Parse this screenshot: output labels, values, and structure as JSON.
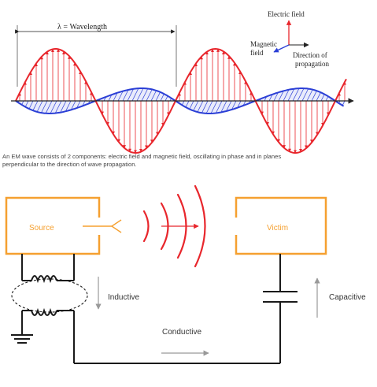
{
  "em_wave": {
    "wavelength_label": "λ = Wavelength",
    "legend": {
      "electric": "Electric field",
      "magnetic_line1": "Magnetic",
      "magnetic_line2": "field",
      "direction_line1": "Direction of",
      "direction_line2": "propagation"
    },
    "caption_line1": "An EM wave consists of 2 components: electric field and magnetic field, oscillating in phase and in planes",
    "caption_line2": "perpendicular to the direction of wave propagation."
  },
  "emi": {
    "source_label": "Source",
    "victim_label": "Victim",
    "inductive_label": "Inductive",
    "capacitive_label": "Capacitive",
    "conductive_label": "Conductive"
  },
  "colors": {
    "electric": "#e8262c",
    "magnetic": "#2b3fd6",
    "box": "#f5a030",
    "wire": "#1a1a1a",
    "label": "#333333",
    "arrow_grey": "#999999"
  }
}
